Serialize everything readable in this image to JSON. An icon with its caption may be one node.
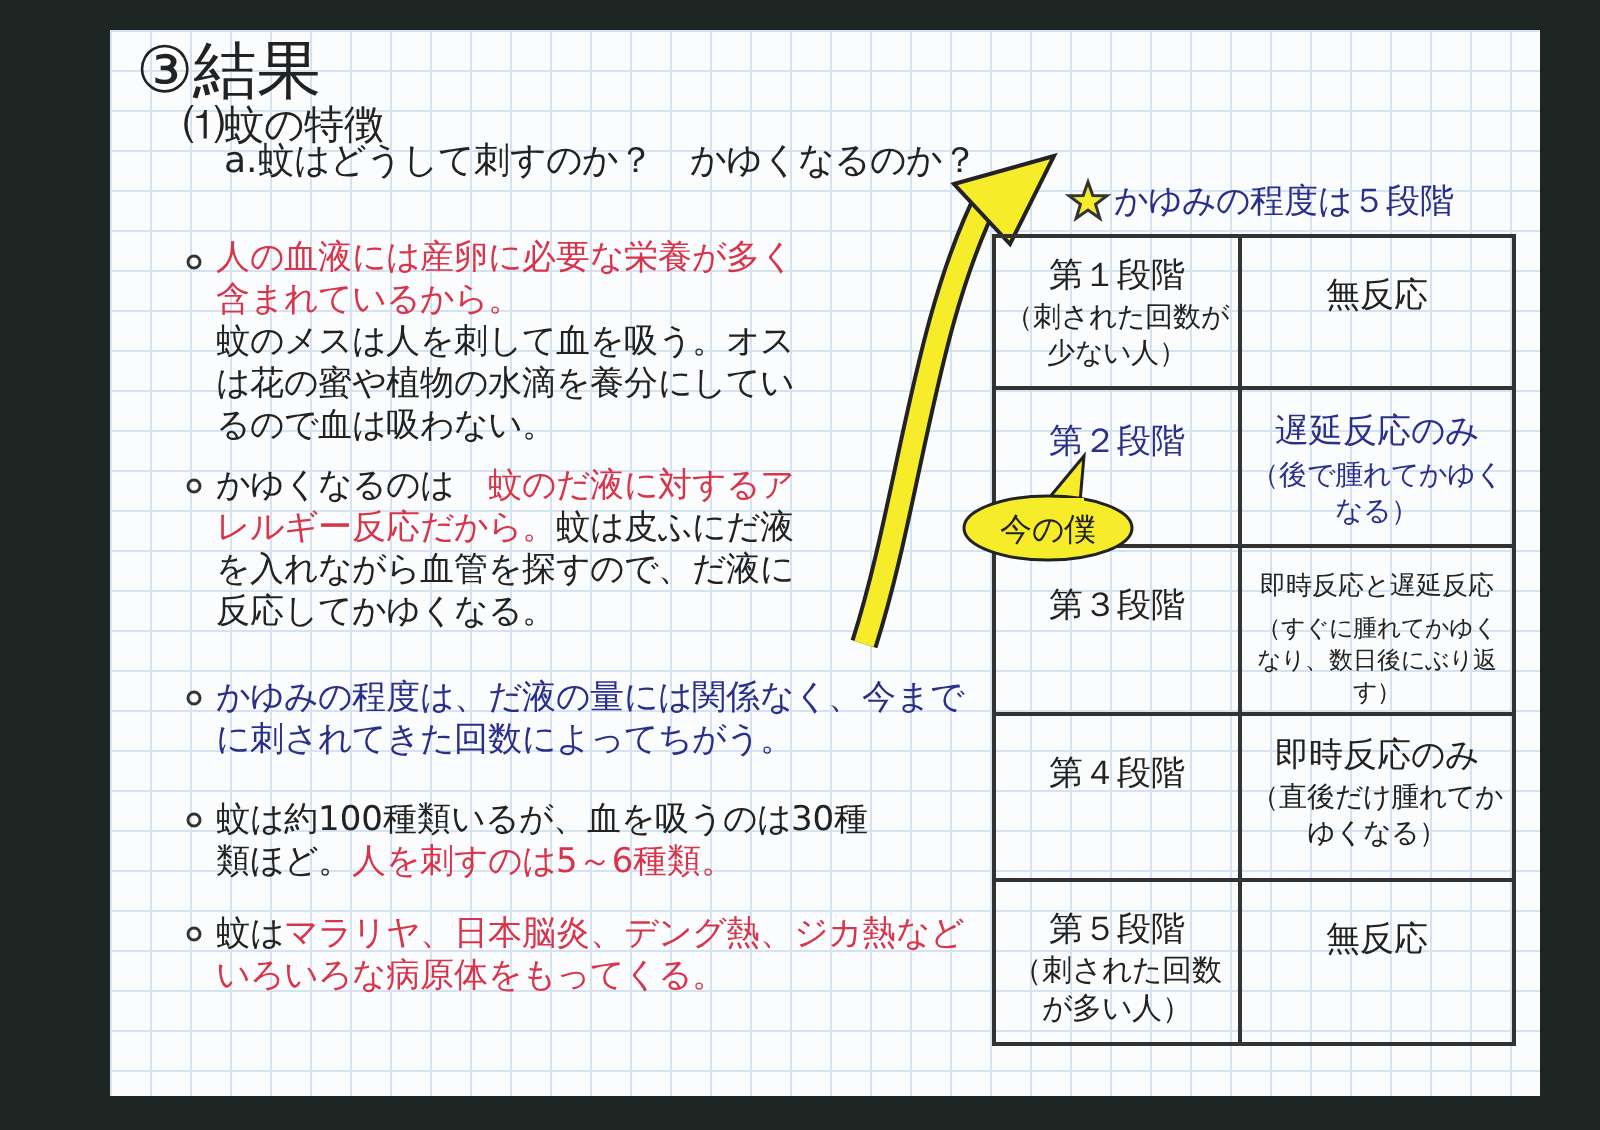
{
  "diagram": {
    "title": "③結果",
    "nodes": [
      {
        "text": [
          "今の僕"
        ]
      }
    ],
    "labels": [
      "⑴蚊の特徴",
      "a.蚊はどうして刺すのか？　かゆくなるのか？",
      "人の血液には産卵に必要な栄養が多く含まれているから。",
      "蚊のメスは人を刺して血を吸う。オスは花の蜜や植物の水滴を養分にしているので血は吸わない。",
      "かゆくなるのは　**蚊のだ液に対するアレルギー反応だから。**蚊は皮ふにだ液を入れながら血管を探すので、だ液に反応してかゆくなる。",
      "かゆみの程度は、だ液の量には関係なく、今までに刺されてきた回数によってちがう。",
      "蚊は約100種類いるが、血を吸うのは30種類ほど。**人を刺すのは5～6種類。**",
      "蚊は**マラリヤ、日本脳炎、デング熱、ジカ熱などいろいろな病原体をもってくる。**",
      "かゆみの程度は５段階",
      "第１段階",
      "（刺された回数が少ない人）",
      "無反応",
      "第２段階",
      "遅延反応のみ",
      "（後で腫れてかゆくなる）",
      "第３段階",
      "即時反応と遅延反応",
      "（すぐに腫れてかゆくなり、数日後にぶり返す）",
      "第４段階",
      "即時反応のみ",
      "（直後だけ腫れてかゆくなる）",
      "第５段階",
      "（刺された回数が多い人）",
      "無反応"
    ]
  }
}
